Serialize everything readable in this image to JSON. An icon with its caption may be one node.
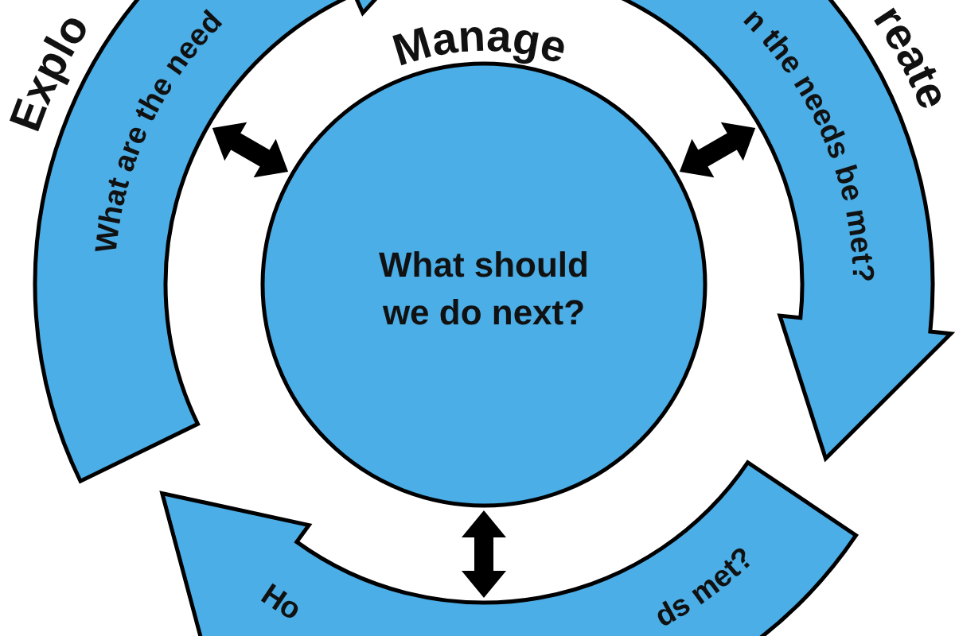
{
  "diagram": {
    "nodes": [
      {
        "text": [
          "Explo",
          "What are the need"
        ]
      },
      {
        "text": [
          "Manage",
          "What should we do next?"
        ]
      },
      {
        "text": [
          "n the needs be met?",
          "reate"
        ]
      },
      {
        "text": [
          "Ho",
          "ds met?"
        ]
      }
    ],
    "edges": [
      {
        "from": 1,
        "to": 0,
        "arrow": "both"
      },
      {
        "from": 1,
        "to": 2,
        "arrow": "both"
      },
      {
        "from": 1,
        "to": 3,
        "arrow": "both"
      }
    ]
  }
}
